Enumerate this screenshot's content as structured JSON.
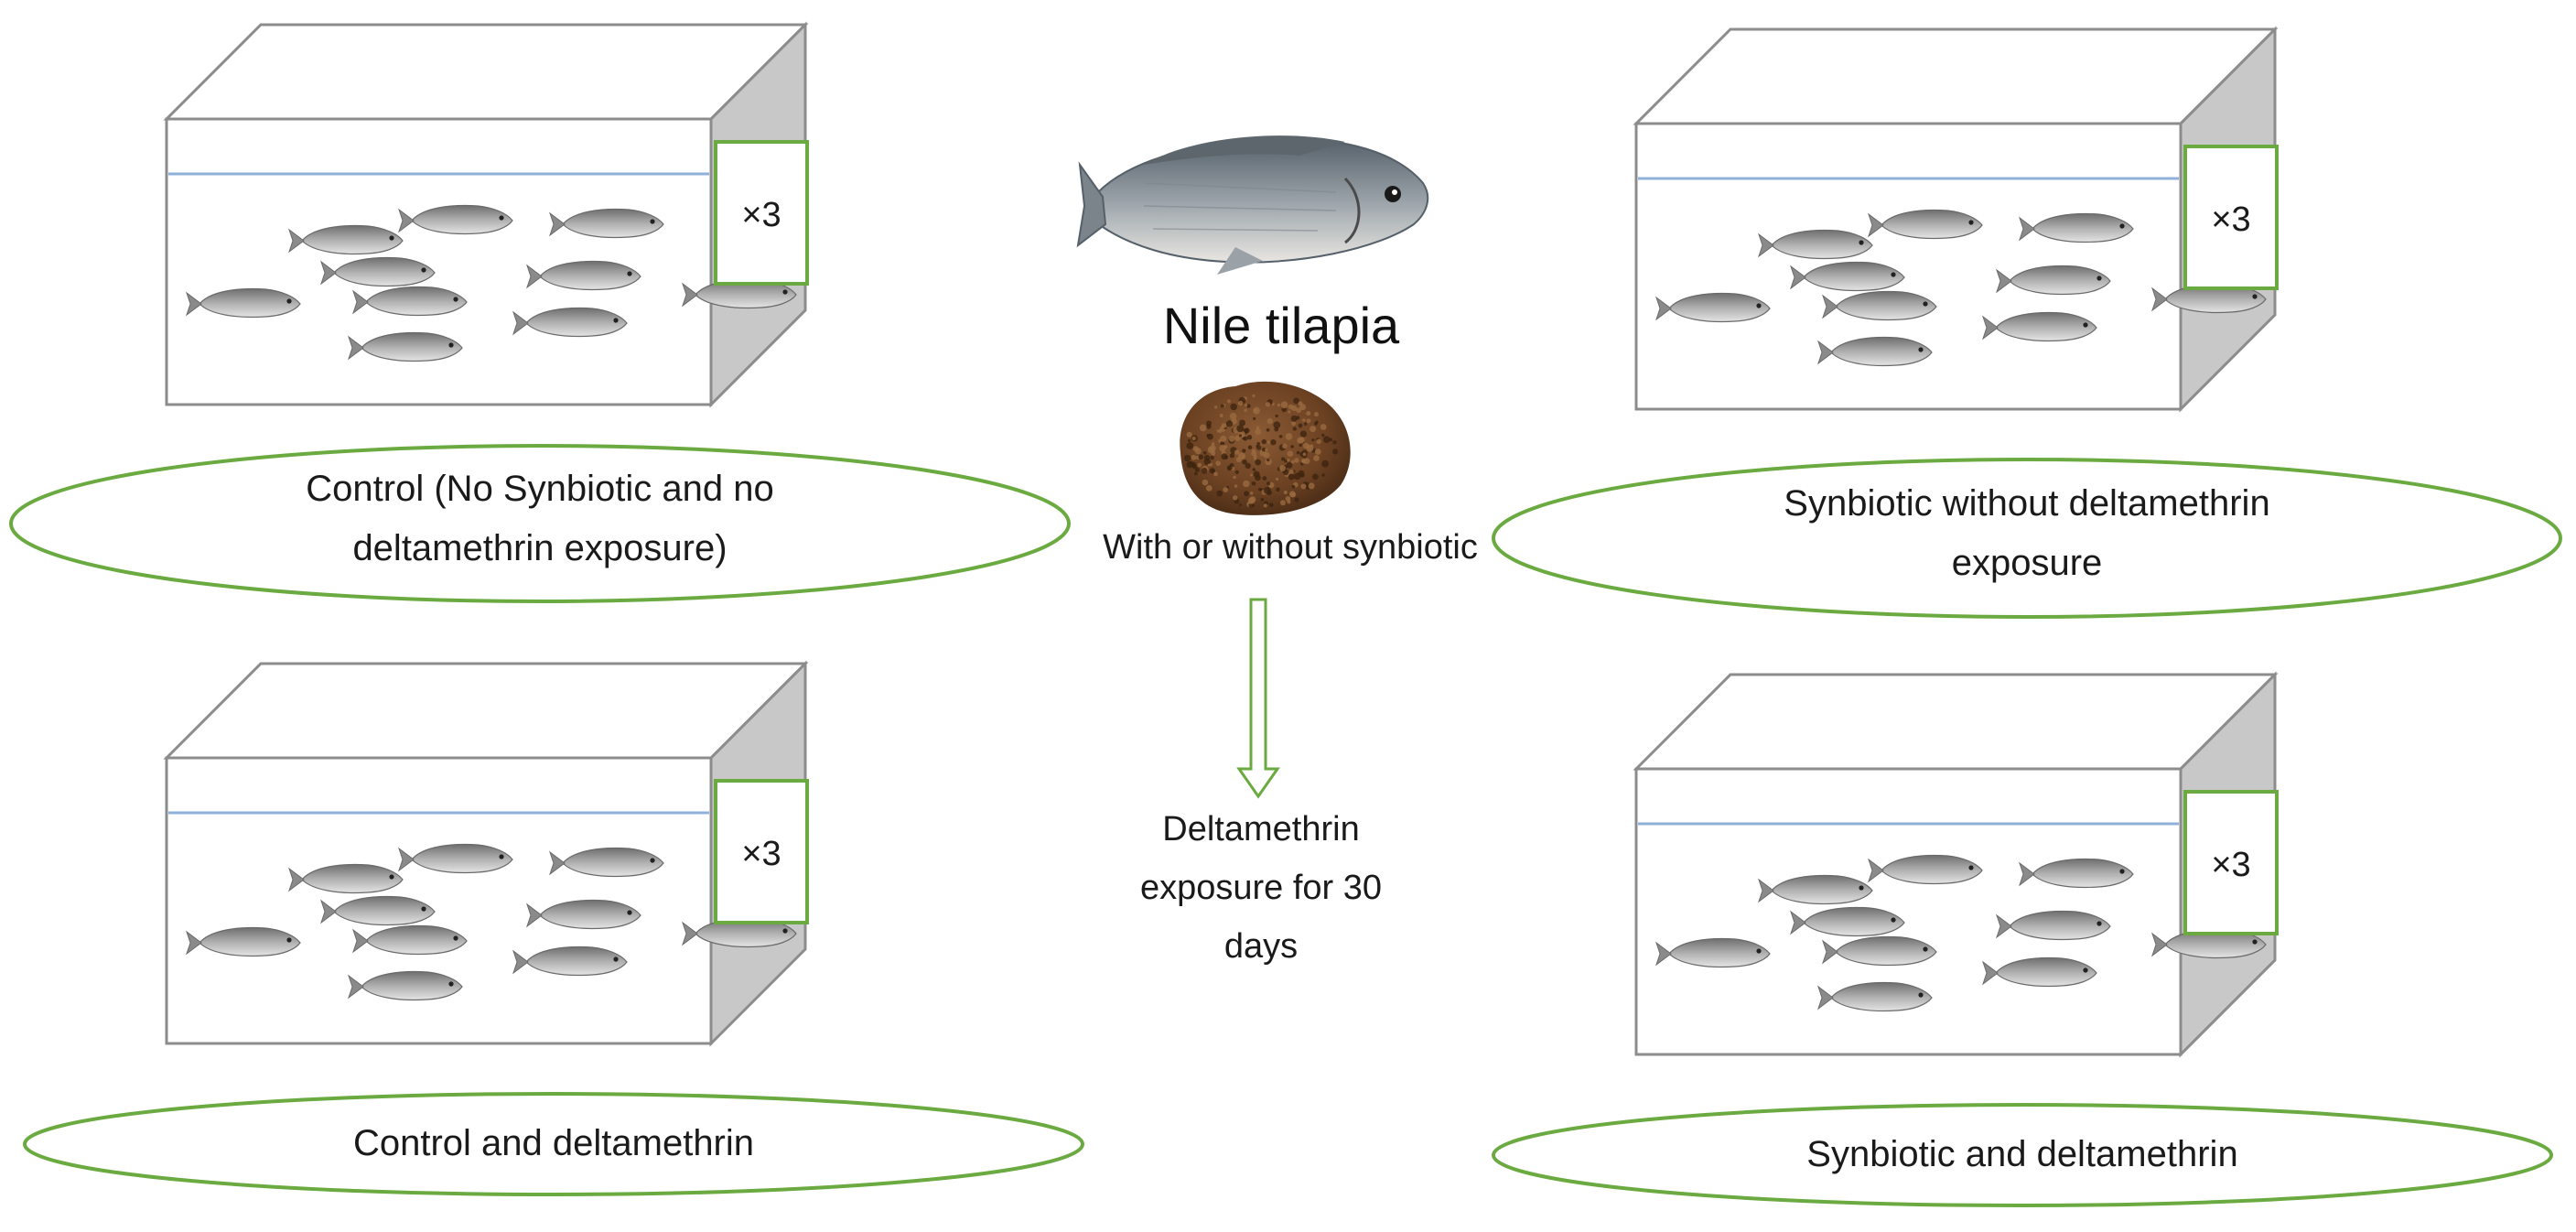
{
  "center": {
    "species_title": "Nile tilapia",
    "feed_caption": "With or without synbiotic",
    "exposure_lines": [
      "Deltamethrin",
      "exposure for 30",
      "days"
    ]
  },
  "groups": [
    {
      "id": "control",
      "replicate_label": "×3",
      "label_lines": [
        "Control (No Synbiotic and no",
        "deltamethrin exposure)"
      ]
    },
    {
      "id": "synbiotic",
      "replicate_label": "×3",
      "label_lines": [
        "Synbiotic without deltamethrin",
        "exposure"
      ]
    },
    {
      "id": "control-deltamethrin",
      "replicate_label": "×3",
      "label_lines": [
        "Control and deltamethrin"
      ]
    },
    {
      "id": "synbiotic-deltamethrin",
      "replicate_label": "×3",
      "label_lines": [
        "Synbiotic and deltamethrin"
      ]
    }
  ],
  "colors": {
    "tank_outline": "#8c8c8c",
    "tank_side": "#c8c8c8",
    "water_line": "#8fb0d8",
    "replicate_border": "#6aaa40",
    "ellipse_border": "#6aaa40",
    "arrow": "#6aaa40",
    "fish_body": "#9a9a9a"
  }
}
